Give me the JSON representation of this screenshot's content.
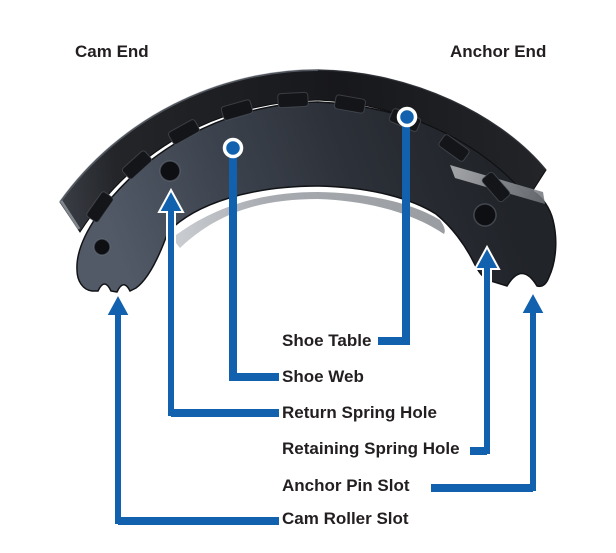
{
  "figure": {
    "subject": "heavy-duty drum brake shoe, labeled parts diagram"
  },
  "end_labels": {
    "cam_end": "Cam End",
    "anchor_end": "Anchor End"
  },
  "part_labels": {
    "shoe_table": "Shoe Table",
    "shoe_web": "Shoe Web",
    "return_spring_hole": "Return Spring Hole",
    "retaining_spring_hole": "Retaining Spring Hole",
    "anchor_pin_slot": "Anchor Pin Slot",
    "cam_roller_slot": "Cam Roller Slot"
  },
  "colors": {
    "accent": "#1161ae",
    "label_text": "#231f20",
    "background": "#ffffff"
  }
}
